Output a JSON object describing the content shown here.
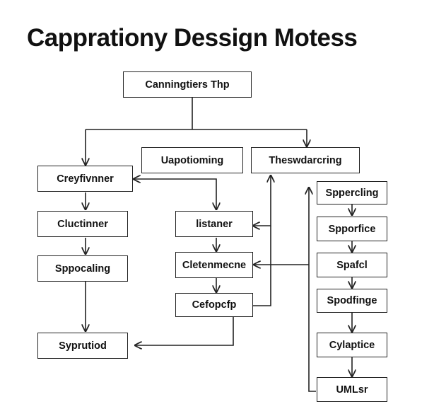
{
  "diagram": {
    "title": "Capprationy Dessign Motess",
    "nodes": {
      "root": "Canningtiers Thp",
      "upstream": "Uapotioming",
      "theswareing": "Theswdarcring",
      "creynner": "Creyfivnner",
      "clutinner": "Cluctinner",
      "sppocaling": "Sppocaling",
      "syprutiod": "Syprutiod",
      "listaner": "listaner",
      "cletenmecne": "Cletenmecne",
      "cefopcfp": "Cefopcfp",
      "sppercling": "Sppercling",
      "spporfice": "Spporfice",
      "spafcl": "Spafcl",
      "spodfinge": "Spodfinge",
      "cylaptice": "Cylaptice",
      "umlsr": "UMLsr"
    }
  }
}
